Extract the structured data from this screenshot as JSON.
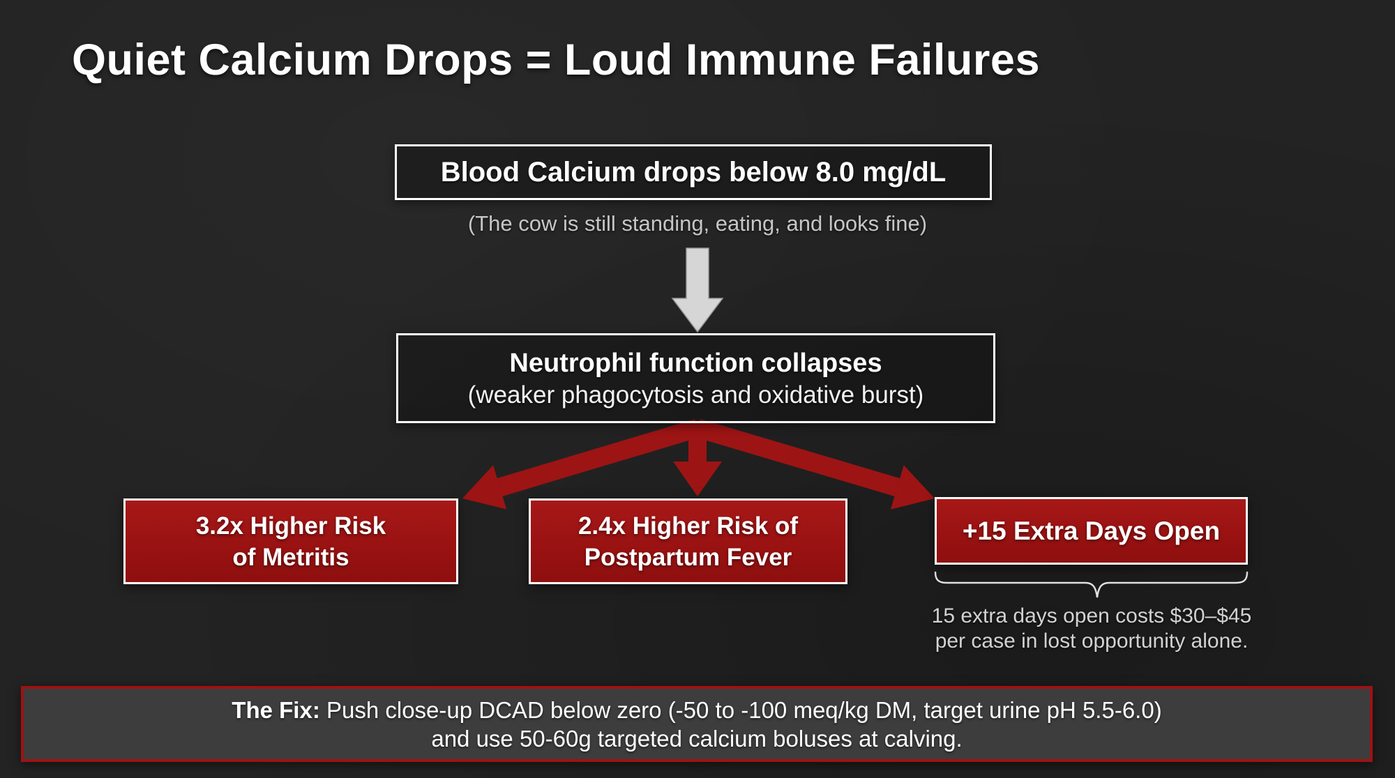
{
  "title": "Quiet Calcium Drops = Loud Immune Failures",
  "flow": {
    "step1": {
      "label": "Blood Calcium drops below 8.0 mg/dL"
    },
    "step1_caption": "(The cow is still standing, eating, and looks fine)",
    "step2": {
      "line1": "Neutrophil function collapses",
      "line2": "(weaker phagocytosis and oxidative burst)"
    },
    "outcomes": [
      {
        "lines": [
          "3.2x Higher Risk",
          "of Metritis"
        ]
      },
      {
        "lines": [
          "2.4x Higher Risk of",
          "Postpartum Fever"
        ]
      },
      {
        "lines": [
          "+15 Extra Days Open"
        ]
      }
    ],
    "outcome_note": {
      "line1": "15 extra days open costs $30–$45",
      "line2": "per case in lost opportunity alone."
    }
  },
  "fix": {
    "label": "The Fix:",
    "line1_rest": " Push close-up DCAD below zero (-50 to -100 meq/kg DM, target urine pH 5.5-6.0)",
    "line2": "and use 50-60g targeted calcium boluses at calving."
  },
  "icons": {
    "down_arrow": "block-down-arrow",
    "fan_arrows": "three-way-red-arrows",
    "brace": "underbrace"
  },
  "colors": {
    "background": "#232323",
    "accent_red": "#9d1414",
    "box_red": "#a01616",
    "fix_border_red": "#9e1212",
    "fix_fill": "#3d3d3d",
    "muted_text": "#c6c6c6",
    "arrow_gray": "#d6d6d6",
    "white": "#ffffff"
  }
}
